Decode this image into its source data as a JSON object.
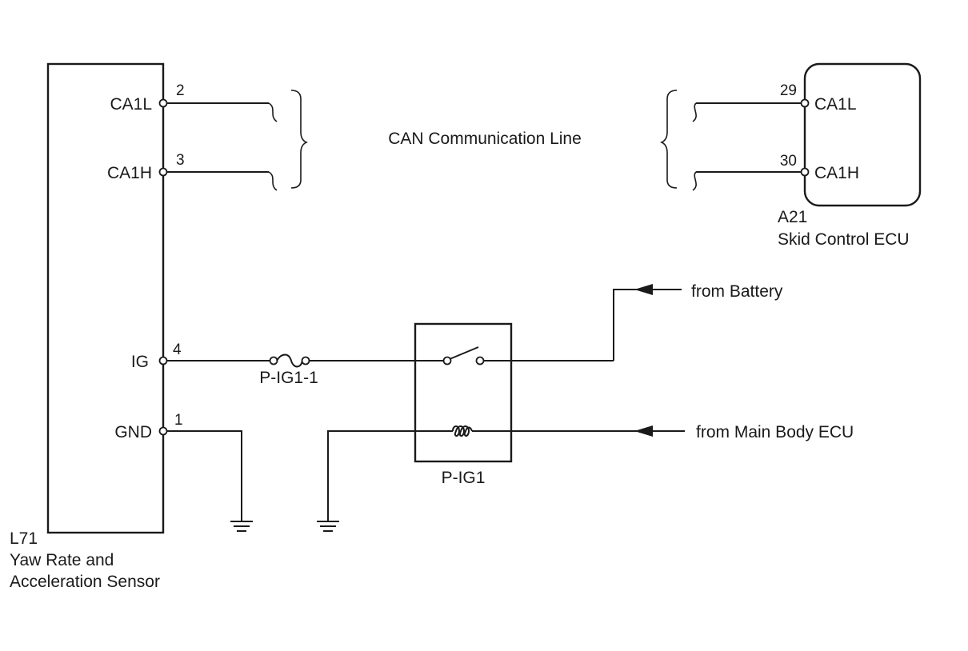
{
  "sensor": {
    "code": "L71",
    "name_line1": "Yaw Rate and",
    "name_line2": "Acceleration Sensor",
    "terminals": [
      {
        "name": "CA1L",
        "pin": "2"
      },
      {
        "name": "CA1H",
        "pin": "3"
      },
      {
        "name": "IG",
        "pin": "4"
      },
      {
        "name": "GND",
        "pin": "1"
      }
    ]
  },
  "ecu": {
    "code": "A21",
    "name": "Skid Control ECU",
    "terminals": [
      {
        "name": "CA1L",
        "pin": "29"
      },
      {
        "name": "CA1H",
        "pin": "30"
      }
    ]
  },
  "can_line_label": "CAN Communication Line",
  "fuse_label": "P-IG1-1",
  "relay_label": "P-IG1",
  "sources": {
    "battery": "from Battery",
    "main_body_ecu": "from Main Body ECU"
  }
}
